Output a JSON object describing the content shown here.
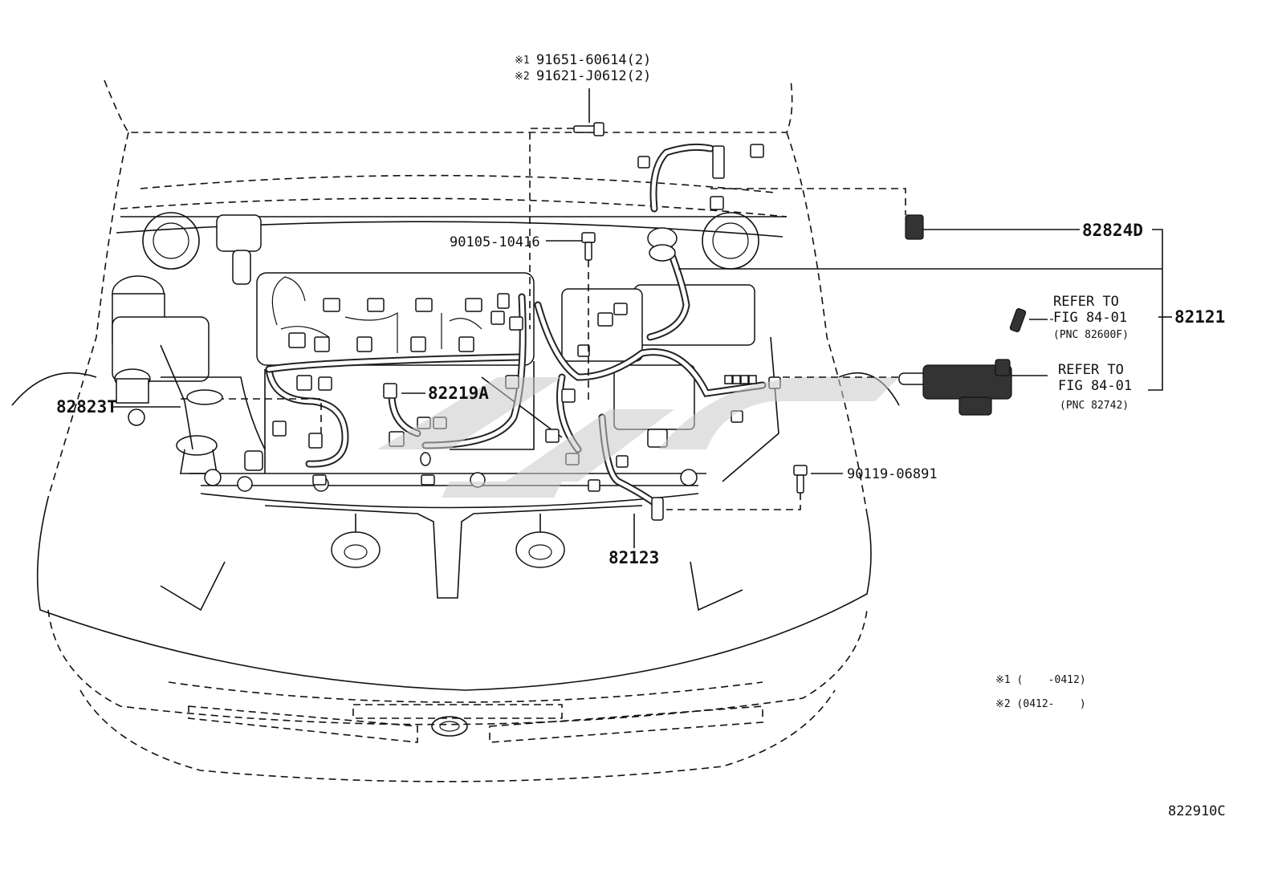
{
  "callouts": {
    "bolt_note1_mark": "※1",
    "bolt_note1_part": "91651-60614(2)",
    "bolt_note2_mark": "※2",
    "bolt_note2_part": "91621-J0612(2)",
    "bolt_90105": "90105-10416",
    "part_82824D": "82824D",
    "part_82121": "82121",
    "refer1_line1": "REFER TO",
    "refer1_line2": "FIG 84-01",
    "refer1_line3": "(PNC 82600F)",
    "refer2_line1": "REFER TO",
    "refer2_line2": "FIG 84-01",
    "refer2_line3": "(PNC 82742)",
    "part_82219A": "82219A",
    "part_82823T": "82823T",
    "bolt_90119": "90119-06891",
    "part_82123": "82123"
  },
  "notes": {
    "note1": "※1 (    -0412)",
    "note2": "※2 (0412-    )"
  },
  "figure_code": "822910C",
  "colors": {
    "line": "#111111",
    "watermark": "#c8c8c8",
    "background": "#ffffff"
  }
}
